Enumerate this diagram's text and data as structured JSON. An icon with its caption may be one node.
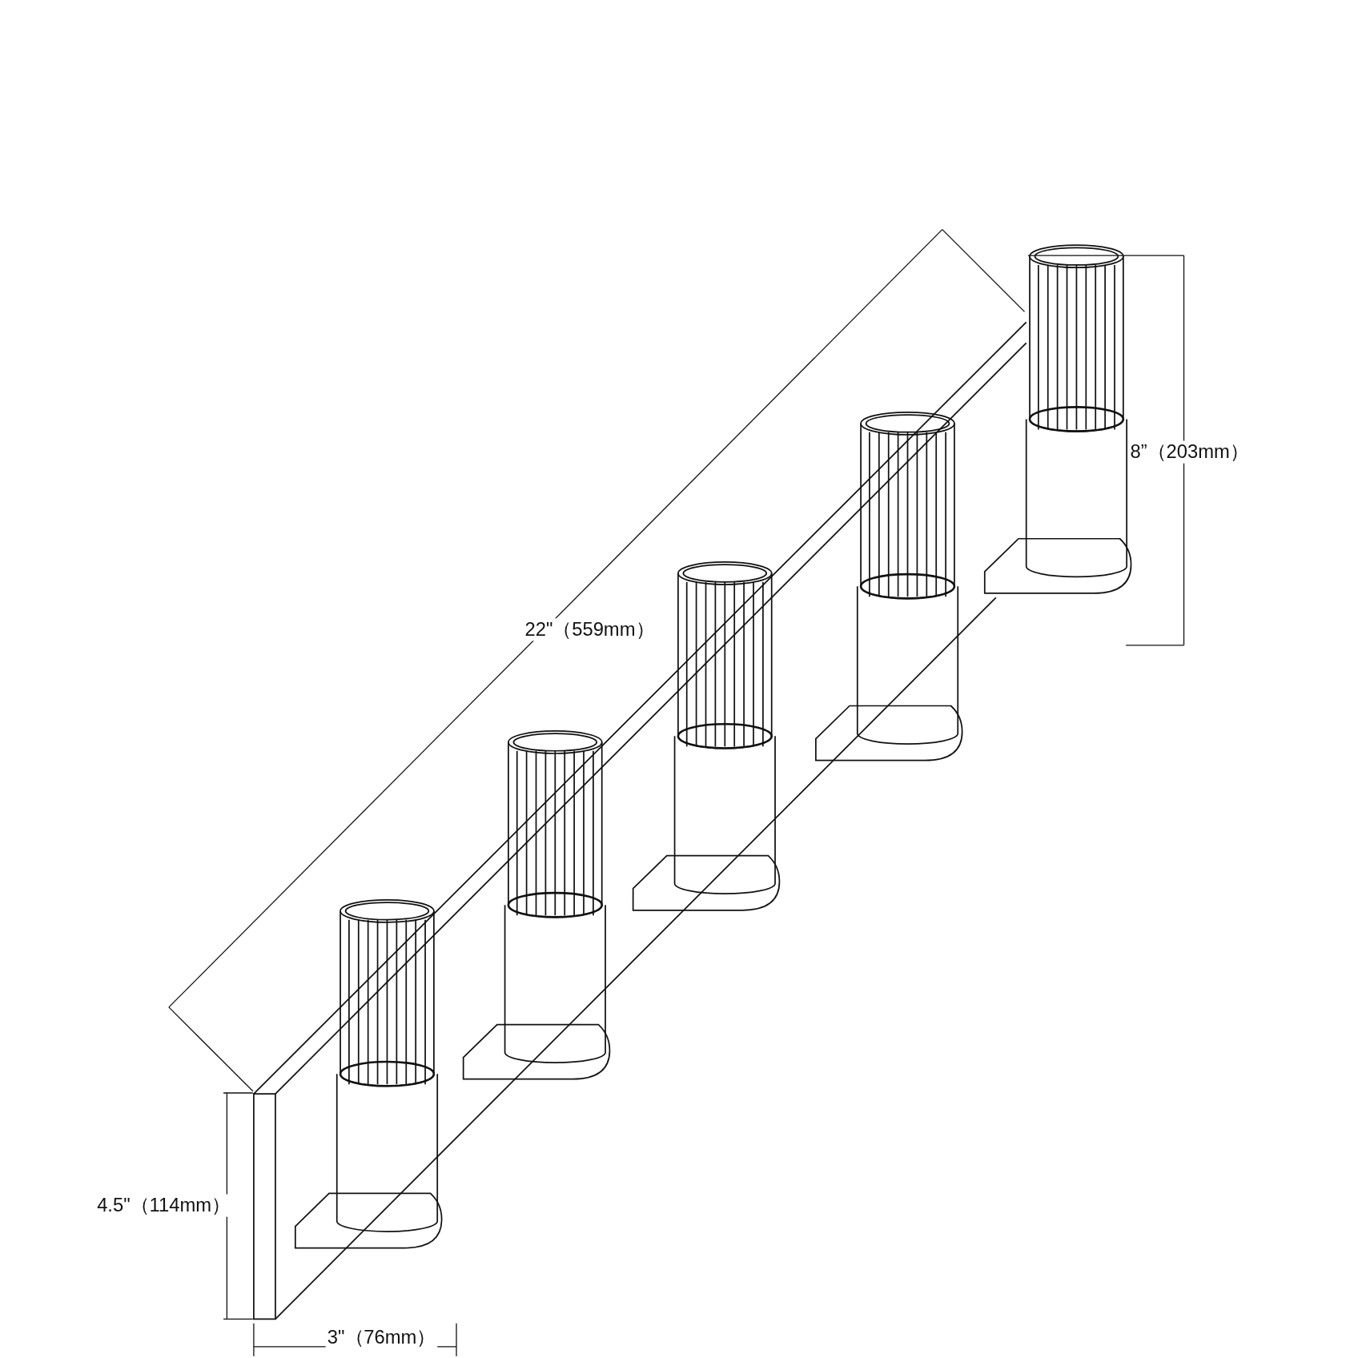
{
  "diagram": {
    "labels": [
      "8”（203mm）",
      "22\"（559mm）",
      "4.5\"（114mm）",
      "3\"（76mm）"
    ]
  }
}
